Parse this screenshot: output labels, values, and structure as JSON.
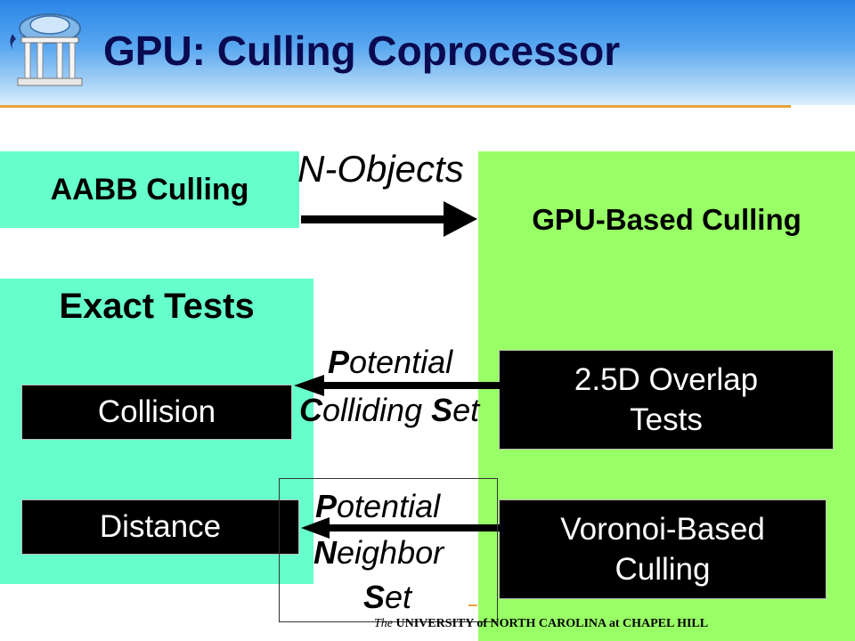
{
  "slide": {
    "title": "GPU: Culling Coprocessor"
  },
  "boxes": {
    "aabb": "AABB Culling",
    "exact_tests": "Exact Tests",
    "gpu_culling": "GPU-Based Culling",
    "collision": "Collision",
    "distance": "Distance",
    "overlap_line1": "2.5D Overlap",
    "overlap_line2": "Tests",
    "voronoi_line1": "Voronoi-Based",
    "voronoi_line2": "Culling"
  },
  "labels": {
    "n_objects": "N-Objects",
    "pcs_line1_initial": "P",
    "pcs_line1_rest": "otential",
    "pcs_line2_initial_c": "C",
    "pcs_line2_mid": "olliding ",
    "pcs_line2_initial_s": "S",
    "pcs_line2_rest": "et",
    "pns_line1_initial": "P",
    "pns_line1_rest": "otential",
    "pns_line2_initial": "N",
    "pns_line2_rest": "eighbor",
    "pns_line3_initial": "S",
    "pns_line3_rest": "et"
  },
  "footer": {
    "prefix": "The",
    "org": "UNIVERSITY of NORTH CAROLINA at CHAPEL HILL"
  },
  "colors": {
    "header_gradient_top": "#2a86e6",
    "title_text": "#0a0a50",
    "accent_rule": "#e8a33a",
    "cyan_box": "#66ffcc",
    "green_box": "#99ff66",
    "black_box": "#000000"
  }
}
